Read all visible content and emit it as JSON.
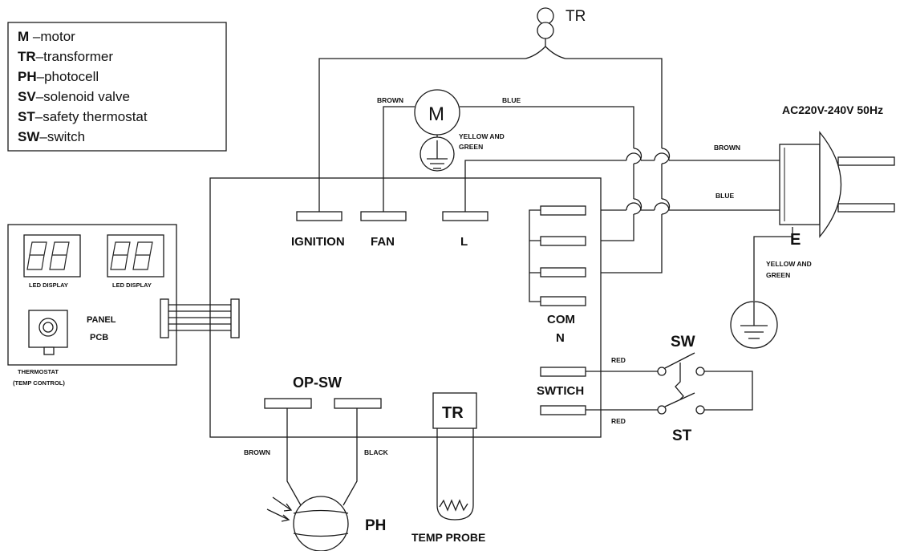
{
  "legend": {
    "items": [
      {
        "key": "M",
        "desc": "motor"
      },
      {
        "key": "TR",
        "desc": "transformer"
      },
      {
        "key": "PH",
        "desc": "photocell"
      },
      {
        "key": "SV",
        "desc": "solenoid valve"
      },
      {
        "key": "ST",
        "desc": "safety thermostat"
      },
      {
        "key": "SW",
        "desc": "switch"
      }
    ]
  },
  "labels": {
    "tr_top": "TR",
    "motor": "M",
    "brown_motor": "BROWN",
    "blue_motor": "BLUE",
    "yg_motor_1": "YELLOW AND",
    "yg_motor_2": "GREEN",
    "power": "AC220V-240V 50Hz",
    "brown_plug": "BROWN",
    "blue_plug": "BLUE",
    "earth": "E",
    "yg_plug_1": "YELLOW AND",
    "yg_plug_2": "GREEN",
    "ignition": "IGNITION",
    "fan": "FAN",
    "l": "L",
    "com_1": "COM",
    "com_2": "N",
    "red_1": "RED",
    "red_2": "RED",
    "sw": "SW",
    "st": "ST",
    "switch_term": "SWTICH",
    "op_sw": "OP-SW",
    "tr_box": "TR",
    "brown_ph": "BROWN",
    "black_ph": "BLACK",
    "ph": "PH",
    "temp_probe": "TEMP PROBE",
    "led_1": "LED DISPLAY",
    "led_2": "LED DISPLAY",
    "panel_1": "PANEL",
    "panel_2": "PCB",
    "thermostat_1": "THERMOSTAT",
    "thermostat_2": "(TEMP CONTROL)"
  }
}
